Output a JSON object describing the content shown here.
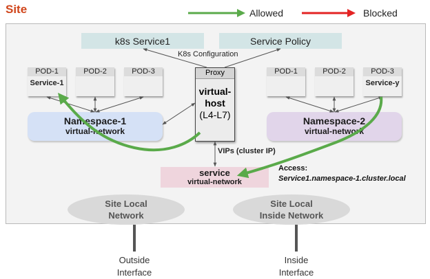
{
  "site": {
    "title": "Site"
  },
  "legend": {
    "allowed": {
      "label": "Allowed",
      "color": "#5aaa4a"
    },
    "blocked": {
      "label": "Blocked",
      "color": "#e32323"
    }
  },
  "top": {
    "k8s_service": "k8s Service1",
    "service_policy": "Service Policy",
    "config_label": "K8s Configuration"
  },
  "namespace1": {
    "pods": [
      {
        "label": "POD-1",
        "service": "Service-1"
      },
      {
        "label": "POD-2",
        "service": ""
      },
      {
        "label": "POD-3",
        "service": ""
      }
    ],
    "name": "Namespace-1",
    "network": "virtual-network",
    "color": "#d5e1f6"
  },
  "namespace2": {
    "pods": [
      {
        "label": "POD-1",
        "service": ""
      },
      {
        "label": "POD-2",
        "service": ""
      },
      {
        "label": "POD-3",
        "service": "Service-y"
      }
    ],
    "name": "Namespace-2",
    "network": "virtual-network",
    "color": "#e1d5ea"
  },
  "proxy": {
    "header": "Proxy",
    "name_line1": "virtual-",
    "name_line2": "host",
    "layer": "(L4-L7)"
  },
  "vips_label": "VIPs (cluster IP)",
  "service": {
    "name": "service",
    "network": "virtual-network"
  },
  "access": {
    "title": "Access:",
    "value": "Service1.namespace-1.cluster.local"
  },
  "networks": {
    "local": {
      "line1": "Site Local",
      "line2": "Network"
    },
    "inside": {
      "line1": "Site Local",
      "line2": "Inside Network"
    }
  },
  "interfaces": {
    "outside": {
      "line1": "Outside",
      "line2": "Interface"
    },
    "inside": {
      "line1": "Inside",
      "line2": "Interface"
    }
  }
}
